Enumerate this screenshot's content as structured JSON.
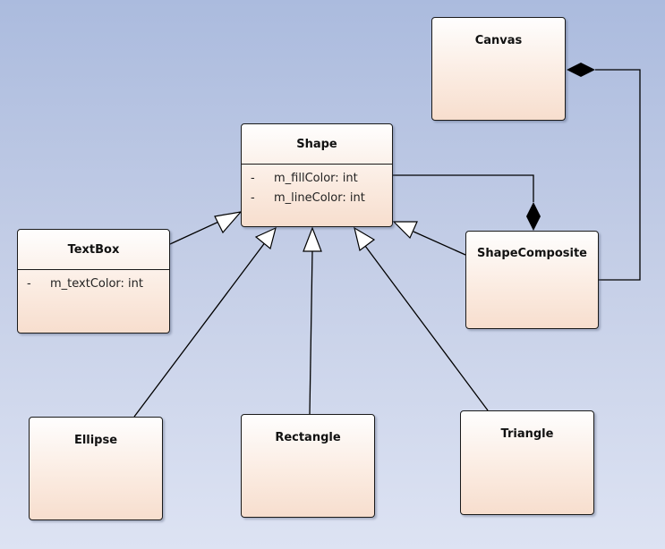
{
  "diagram": {
    "classes": {
      "canvas": {
        "name": "Canvas"
      },
      "shape": {
        "name": "Shape",
        "attributes": [
          {
            "visibility": "-",
            "text": "m_fillColor: int"
          },
          {
            "visibility": "-",
            "text": "m_lineColor: int"
          }
        ]
      },
      "textbox": {
        "name": "TextBox",
        "attributes": [
          {
            "visibility": "-",
            "text": "m_textColor: int"
          }
        ]
      },
      "shape_composite": {
        "name": "ShapeComposite"
      },
      "ellipse": {
        "name": "Ellipse"
      },
      "rectangle": {
        "name": "Rectangle"
      },
      "triangle": {
        "name": "Triangle"
      }
    },
    "relationships": [
      {
        "type": "generalization",
        "from": "TextBox",
        "to": "Shape"
      },
      {
        "type": "generalization",
        "from": "Ellipse",
        "to": "Shape"
      },
      {
        "type": "generalization",
        "from": "Rectangle",
        "to": "Shape"
      },
      {
        "type": "generalization",
        "from": "Triangle",
        "to": "Shape"
      },
      {
        "type": "generalization",
        "from": "ShapeComposite",
        "to": "Shape"
      },
      {
        "type": "composition",
        "whole": "ShapeComposite",
        "part": "Shape"
      },
      {
        "type": "composition",
        "whole": "Canvas",
        "part": "ShapeComposite"
      }
    ]
  }
}
